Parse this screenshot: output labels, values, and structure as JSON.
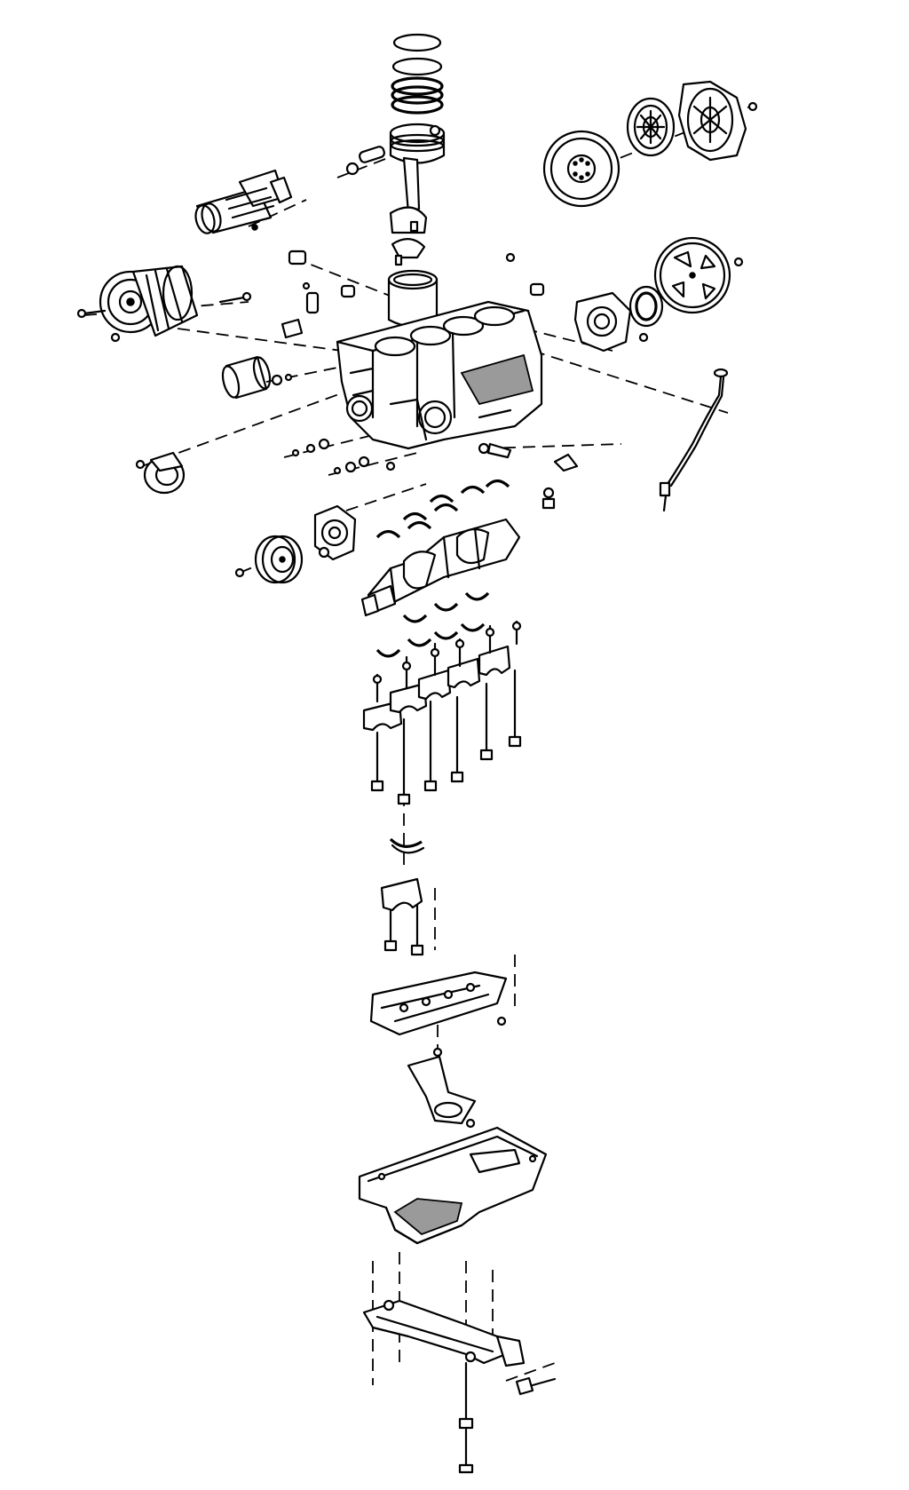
{
  "diagram": {
    "kind": "exploded-view line drawing",
    "labels": [],
    "colors": {
      "line": "#000000",
      "background": "#ffffff"
    },
    "components": [
      "piston-rings",
      "piston",
      "connecting-rod",
      "starter-motor",
      "alternator",
      "cylinder-liner",
      "engine-block",
      "oil-filter",
      "flywheel",
      "clutch-disc",
      "pressure-plate",
      "flexplate",
      "rear-main-seal-housing",
      "dipstick",
      "crankshaft-pulley",
      "timing-cover",
      "crankshaft",
      "main-bearings",
      "main-bearing-caps",
      "main-cap-bolts",
      "thrust-bearing-cap",
      "baffle-plate",
      "oil-pickup",
      "oil-pan",
      "oil-pan-support"
    ]
  }
}
